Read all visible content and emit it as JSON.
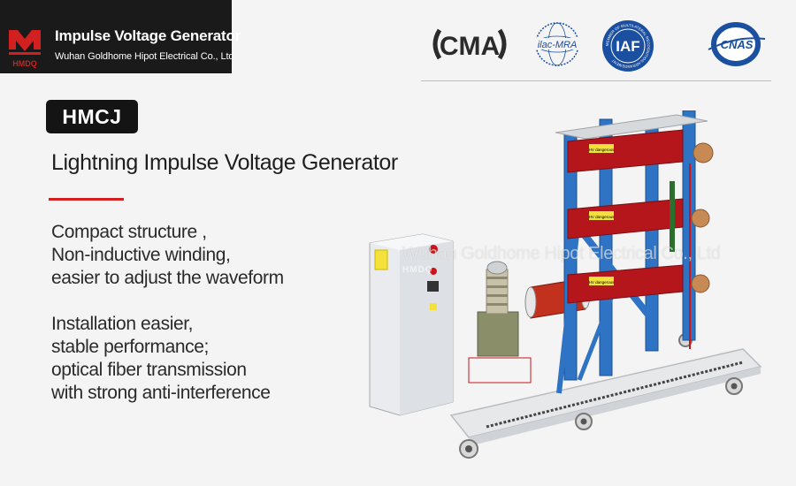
{
  "header": {
    "brand_logo": "HMDQ",
    "title": "Impulse Voltage Generator",
    "company": "Wuhan Goldhome Hipot Electrical Co., Ltd"
  },
  "certifications": [
    {
      "name": "CMA",
      "icon": "cma-logo"
    },
    {
      "name": "ilac-MRA",
      "icon": "ilac-mra-logo"
    },
    {
      "name": "IAF",
      "icon": "iaf-logo",
      "ring_text": "MEMBER OF MULTILATERAL RECOGNITION ARRANGEMENT"
    },
    {
      "name": "CNAS",
      "icon": "cnas-logo"
    }
  ],
  "model": "HMCJ",
  "product_title": "Lightning Impulse Voltage Generator",
  "features": [
    "Compact structure ,",
    "Non-inductive winding,",
    "easier to adjust the waveform",
    "",
    "Installation easier,",
    "stable performance;",
    "optical fiber transmission",
    "with strong anti-interference"
  ],
  "watermark": {
    "text": "Wuhan Goldhome Hipot Electrical Co., Ltd",
    "logo": "HMDQ"
  },
  "equipment_labels": {
    "warning_label": "HV dangerous"
  },
  "colors": {
    "accent_red": "#d21f1f",
    "header_bg": "#1a1a1a",
    "frame_blue": "#2f73c4",
    "tank_red": "#b5161b",
    "cert_blue": "#1b4fa0"
  }
}
